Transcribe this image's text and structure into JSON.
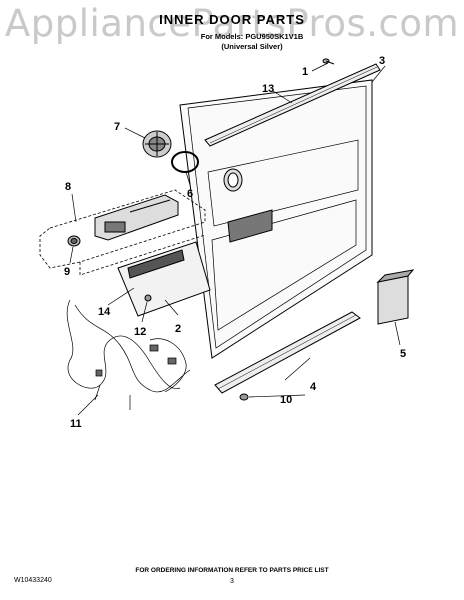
{
  "watermark": "AppliancePartsPros.com",
  "title": "INNER DOOR PARTS",
  "subtitle_models": "For Models: PGU950SK1V1B",
  "subtitle_color": "(Universal Silver)",
  "callouts": [
    {
      "id": "1",
      "label": "1"
    },
    {
      "id": "2",
      "label": "2"
    },
    {
      "id": "3",
      "label": "3"
    },
    {
      "id": "4",
      "label": "4"
    },
    {
      "id": "5",
      "label": "5"
    },
    {
      "id": "6",
      "label": "6"
    },
    {
      "id": "7",
      "label": "7"
    },
    {
      "id": "8",
      "label": "8"
    },
    {
      "id": "9",
      "label": "9"
    },
    {
      "id": "10",
      "label": "10"
    },
    {
      "id": "11",
      "label": "11"
    },
    {
      "id": "12",
      "label": "12"
    },
    {
      "id": "13",
      "label": "13"
    },
    {
      "id": "14",
      "label": "14"
    }
  ],
  "footer": {
    "part_number": "W10433240",
    "ordering_info": "FOR ORDERING INFORMATION REFER TO PARTS PRICE LIST",
    "page_number": "3"
  }
}
